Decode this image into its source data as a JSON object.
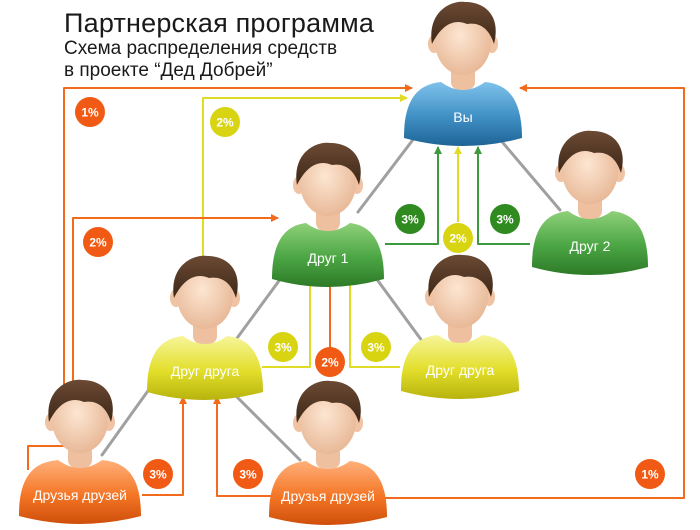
{
  "header": {
    "title": "Партнерская программа",
    "subtitle_line1": "Схема распределения средств",
    "subtitle_line2": "в проекте “Дед Добрей”"
  },
  "colors": {
    "blue": "#3f8fc4",
    "green": "#3e9a3c",
    "yellow": "#d6d31a",
    "orange": "#f26a1b",
    "badge_orange": "#f15a14",
    "badge_green": "#2f8a1f",
    "badge_yellow": "#d9d411",
    "connector": "#9a9a9a"
  },
  "nodes": [
    {
      "id": "you",
      "label": "Вы",
      "color": "blue"
    },
    {
      "id": "friend1",
      "label": "Друг 1",
      "color": "green"
    },
    {
      "id": "friend2",
      "label": "Друг 2",
      "color": "green"
    },
    {
      "id": "fof_left",
      "label": "Друг друга",
      "color": "yellow"
    },
    {
      "id": "fof_right",
      "label": "Друг друга",
      "color": "yellow"
    },
    {
      "id": "ff_left",
      "label": "Друзья друзей",
      "color": "orange"
    },
    {
      "id": "ff_mid",
      "label": "Друзья друзей",
      "color": "orange"
    }
  ],
  "badges": [
    {
      "id": "b_outer_left_top",
      "text": "1%",
      "color": "badge_orange"
    },
    {
      "id": "b_yellow_top",
      "text": "2%",
      "color": "badge_yellow"
    },
    {
      "id": "b_orange_left_mid",
      "text": "2%",
      "color": "badge_orange"
    },
    {
      "id": "b_green_left",
      "text": "3%",
      "color": "badge_green"
    },
    {
      "id": "b_yellow_center",
      "text": "2%",
      "color": "badge_yellow"
    },
    {
      "id": "b_green_right",
      "text": "3%",
      "color": "badge_green"
    },
    {
      "id": "b_yellow_l2_left",
      "text": "3%",
      "color": "badge_yellow"
    },
    {
      "id": "b_orange_l2_center",
      "text": "2%",
      "color": "badge_orange"
    },
    {
      "id": "b_yellow_l2_right",
      "text": "3%",
      "color": "badge_yellow"
    },
    {
      "id": "b_orange_bottom_left",
      "text": "3%",
      "color": "badge_orange"
    },
    {
      "id": "b_orange_bottom_mid",
      "text": "3%",
      "color": "badge_orange"
    },
    {
      "id": "b_outer_right_bottom",
      "text": "1%",
      "color": "badge_orange"
    }
  ]
}
